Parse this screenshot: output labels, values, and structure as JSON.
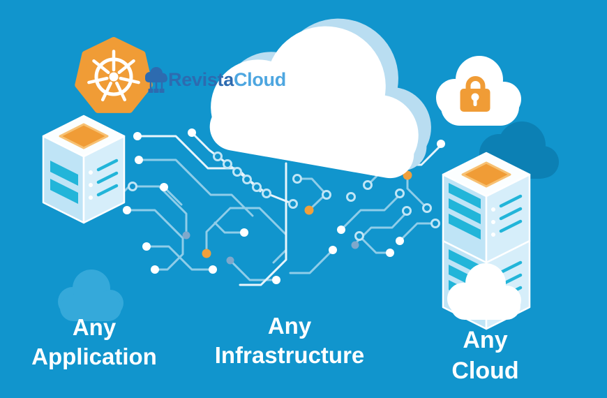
{
  "brand": {
    "name_primary": "Revista",
    "name_secondary": "Cloud"
  },
  "labels": {
    "application": {
      "line1": "Any",
      "line2": "Application"
    },
    "infrastructure": {
      "line1": "Any",
      "line2": "Infrastructure"
    },
    "cloud": {
      "line1": "Any",
      "line2": "Cloud"
    }
  },
  "icons": {
    "kubernetes-logo": "orange heptagon with white ship-wheel",
    "brand-cloud-network-icon": "blue cloud with network legs",
    "secure-cloud-lock-icon": "white cloud with orange padlock",
    "server-single-icon": "isometric server cube with orange top panel",
    "server-stack-icon": "two stacked isometric server cubes with orange top panel",
    "center-cloud-icon": "large white 3D cloud with light-blue depth",
    "small-cloud-left-icon": "light blue cloud",
    "small-cloud-right-icon": "white cloud",
    "circuit-traces": "light blue circuit-board traces with white, orange and slate nodes"
  },
  "colors": {
    "bg": "#1195cd",
    "text": "#ffffff",
    "trace": "#8fcde9",
    "trace-bright": "#e8f5fc",
    "ring": "#bfe5f6",
    "node-white": "#ffffff",
    "node-orange": "#f0a03c",
    "node-slate": "#7fa8cb",
    "orange": "#f09c36",
    "orange-light": "#f7c173",
    "cloud-white": "#ffffff",
    "cloud-shadow": "#b9ddf1",
    "cloud-dark": "#0c80b4",
    "cloud-light": "#35a9da",
    "server-top": "#fbfeff",
    "server-left": "#bfe4f6",
    "server-right": "#d6eefa",
    "server-bar": "#22b5d9",
    "server-edge": "#ffffff",
    "brand-primary": "#2d6bb0",
    "brand-secondary": "#4da6e0"
  }
}
